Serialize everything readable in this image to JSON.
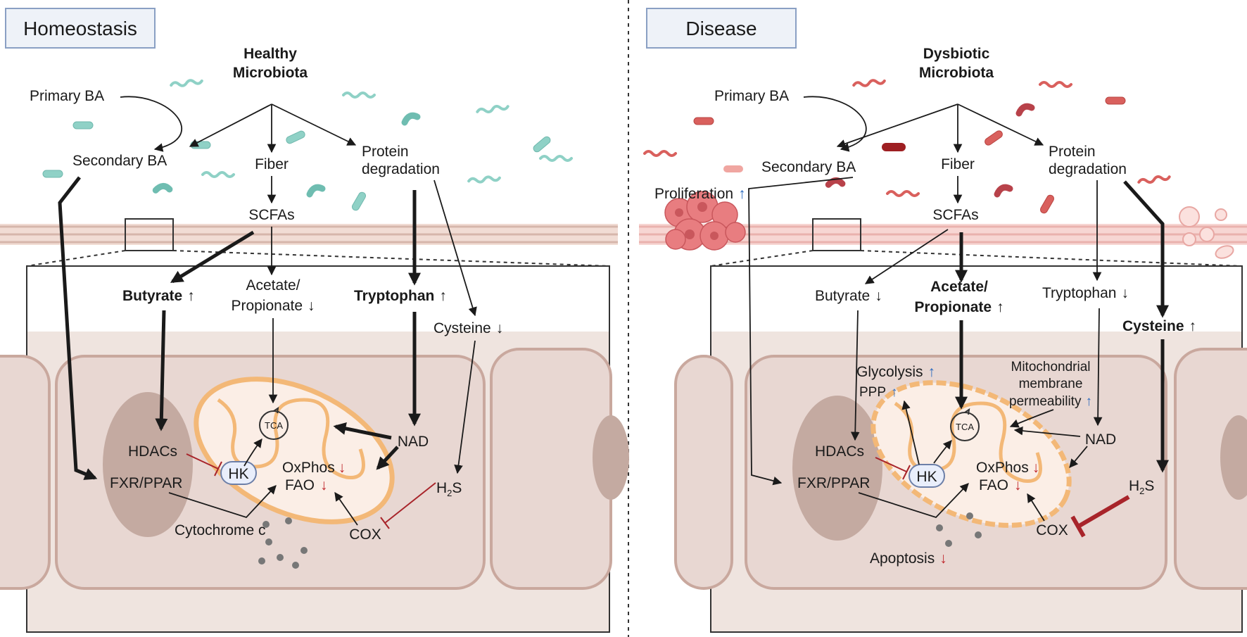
{
  "left_panel": {
    "title": "Homeostasis",
    "microbiota_line1": "Healthy",
    "microbiota_line2": "Microbiota",
    "primary_ba": "Primary BA",
    "secondary_ba": "Secondary BA",
    "fiber": "Fiber",
    "protein_line1": "Protein",
    "protein_line2": "degradation",
    "scfas": "SCFAs",
    "butyrate": "Butyrate",
    "butyrate_arrow": "↑",
    "acetate_line1": "Acetate/",
    "acetate_line2": "Propionate",
    "acetate_arrow": "↓",
    "tryptophan": "Tryptophan",
    "tryptophan_arrow": "↑",
    "cysteine": "Cysteine",
    "cysteine_arrow": "↓",
    "hdacs": "HDACs",
    "fxr": "FXR/PPAR",
    "hk": "HK",
    "tca": "TCA",
    "oxphos": "OxPhos",
    "oxphos_arrow": "↓",
    "fao": "FAO",
    "fao_arrow": "↓",
    "nad": "NAD",
    "h2s_h": "H",
    "h2s_sub": "2",
    "h2s_s": "S",
    "cox": "COX",
    "cytochrome": "Cytochrome c"
  },
  "right_panel": {
    "title": "Disease",
    "microbiota_line1": "Dysbiotic",
    "microbiota_line2": "Microbiota",
    "primary_ba": "Primary BA",
    "secondary_ba": "Secondary BA",
    "fiber": "Fiber",
    "protein_line1": "Protein",
    "protein_line2": "degradation",
    "proliferation": "Proliferation",
    "proliferation_arrow": "↑",
    "scfas": "SCFAs",
    "butyrate": "Butyrate",
    "butyrate_arrow": "↓",
    "acetate_line1": "Acetate/",
    "acetate_line2": "Propionate",
    "acetate_arrow": "↑",
    "tryptophan": "Tryptophan",
    "tryptophan_arrow": "↓",
    "cysteine": "Cysteine",
    "cysteine_arrow": "↑",
    "glycolysis": "Glycolysis",
    "glycolysis_arrow": "↑",
    "ppp": "PPP",
    "ppp_arrow": "↑",
    "mito_line1": "Mitochondrial",
    "mito_line2": "membrane",
    "mito_line3": "permeability",
    "mito_arrow": "↑",
    "hdacs": "HDACs",
    "fxr": "FXR/PPAR",
    "hk": "HK",
    "tca": "TCA",
    "oxphos": "OxPhos",
    "oxphos_arrow": "↓",
    "fao": "FAO",
    "fao_arrow": "↓",
    "nad": "NAD",
    "h2s_h": "H",
    "h2s_sub": "2",
    "h2s_s": "S",
    "cox": "COX",
    "apoptosis": "Apoptosis",
    "apoptosis_arrow": "↓"
  },
  "colors": {
    "cell_fill": "#e8d7d2",
    "cell_border": "#c9a89e",
    "nucleus": "#c4aaa1",
    "membrane_band": "#f1dcd4",
    "mito_outer": "#f3b877",
    "mito_fill": "#fbeee6",
    "healthy_bacteria": "#8fd1c6",
    "dysbiotic_bacteria": "#d9605d",
    "inhibit_red": "#a8242a",
    "up_red": "#c0282d",
    "up_blue": "#2d6cc0",
    "title_box_bg": "#eef2f8",
    "title_box_border": "#8aa0c4"
  }
}
